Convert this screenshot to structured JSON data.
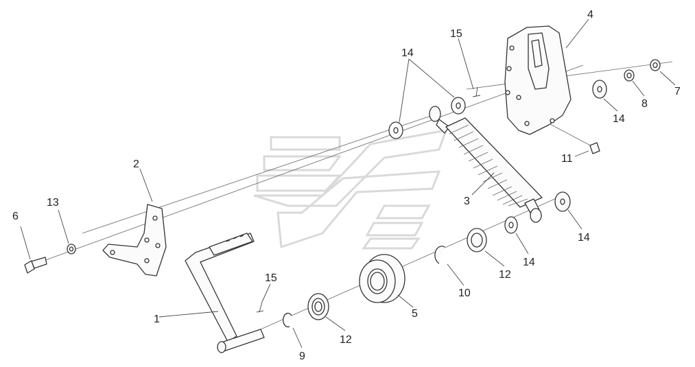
{
  "diagram": {
    "callouts": [
      {
        "id": "c1",
        "text": "1"
      },
      {
        "id": "c2",
        "text": "2"
      },
      {
        "id": "c3",
        "text": "3"
      },
      {
        "id": "c4",
        "text": "4"
      },
      {
        "id": "c5",
        "text": "5"
      },
      {
        "id": "c6",
        "text": "6"
      },
      {
        "id": "c7",
        "text": "7"
      },
      {
        "id": "c8",
        "text": "8"
      },
      {
        "id": "c9",
        "text": "9"
      },
      {
        "id": "c10",
        "text": "10"
      },
      {
        "id": "c11",
        "text": "11"
      },
      {
        "id": "c12a",
        "text": "12"
      },
      {
        "id": "c12b",
        "text": "12"
      },
      {
        "id": "c13",
        "text": "13"
      },
      {
        "id": "c14a",
        "text": "14"
      },
      {
        "id": "c14b",
        "text": "14"
      },
      {
        "id": "c14c",
        "text": "14"
      },
      {
        "id": "c14d",
        "text": "14"
      },
      {
        "id": "c15a",
        "text": "15"
      },
      {
        "id": "c15b",
        "text": "15"
      }
    ]
  }
}
